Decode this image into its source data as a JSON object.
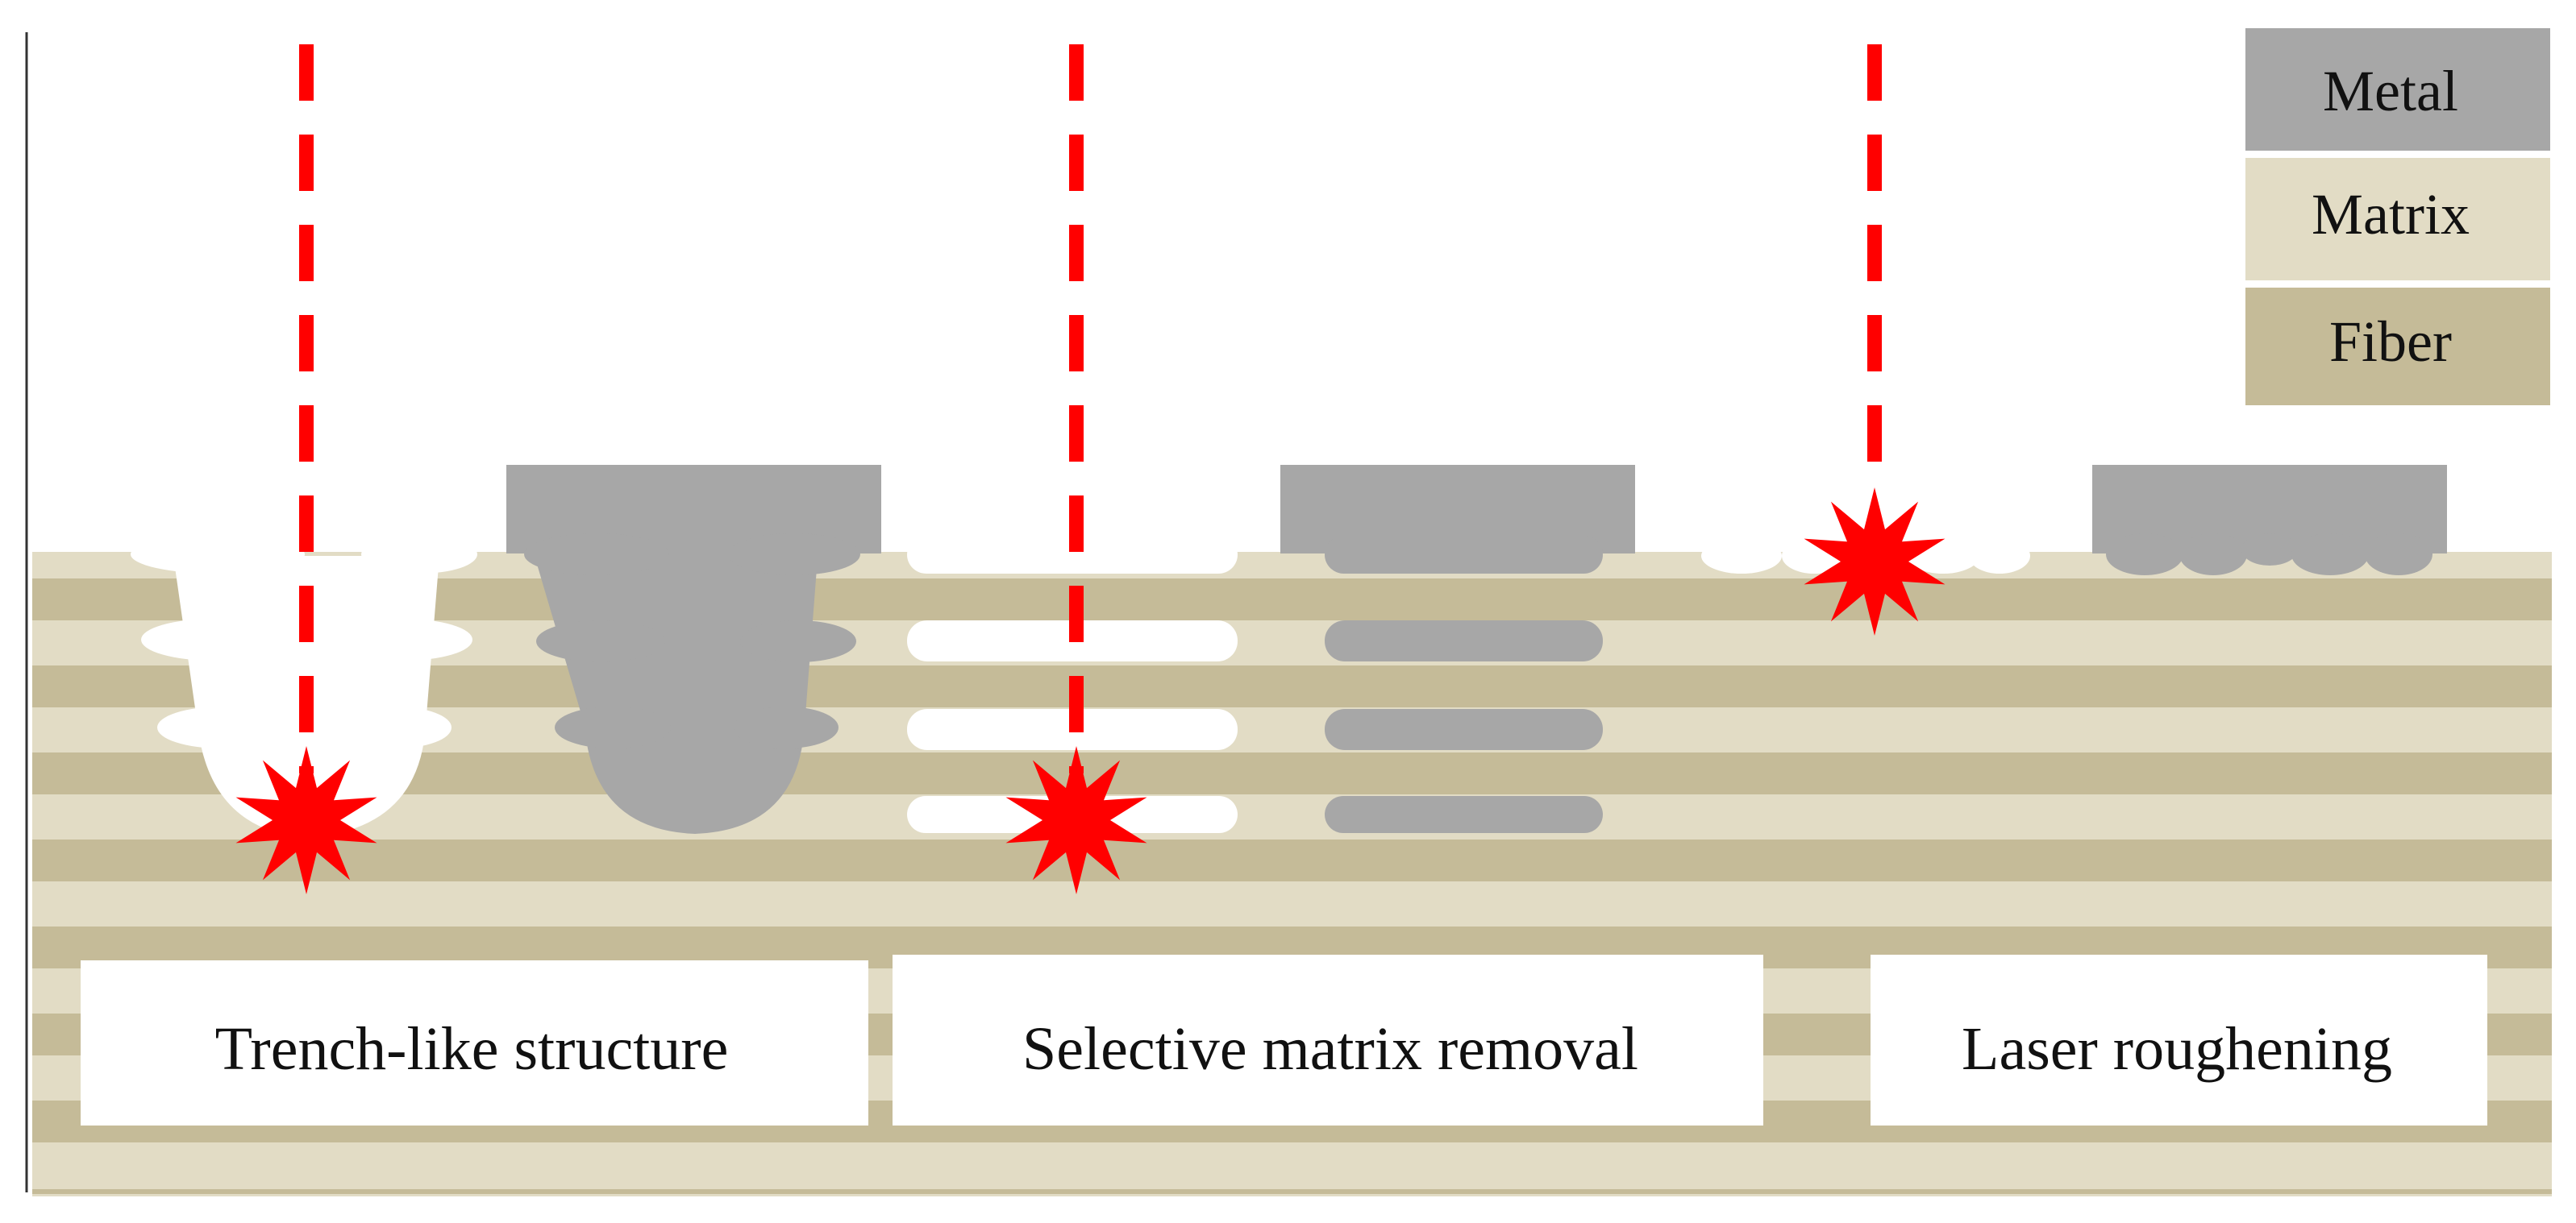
{
  "legend": {
    "metal": "Metal",
    "matrix": "Matrix",
    "fiber": "Fiber"
  },
  "labels": {
    "trench": "Trench-like structure",
    "selective": "Selective matrix removal",
    "roughening": "Laser roughening"
  },
  "colors": {
    "metal": "#a7a7a7",
    "matrix": "#e2dcc5",
    "fiber": "#c5bb98",
    "laser": "#ff0000",
    "background": "#ffffff"
  }
}
